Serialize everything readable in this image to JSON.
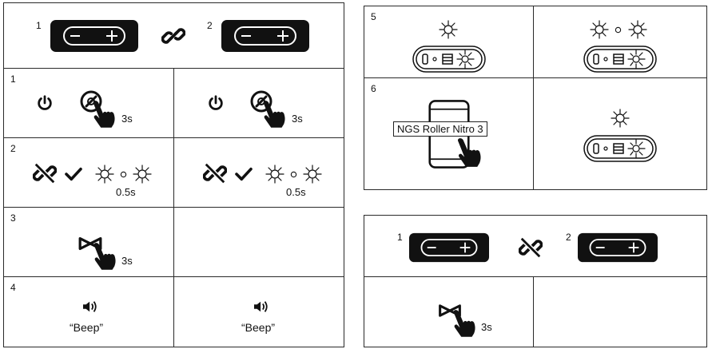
{
  "left_table": {
    "header": {
      "left_number": "1",
      "right_number": "2"
    },
    "rows": [
      {
        "step": "1",
        "left_duration": "3s",
        "right_duration": "3s"
      },
      {
        "step": "2",
        "left_duration": "0.5s",
        "right_duration": "0.5s"
      },
      {
        "step": "3",
        "left_duration": "3s"
      },
      {
        "step": "4",
        "left_sound": "“Beep”",
        "right_sound": "“Beep”"
      }
    ]
  },
  "right_top_table": {
    "rows": [
      {
        "step": "5"
      },
      {
        "step": "6",
        "device_name": "NGS Roller Nitro 3"
      }
    ]
  },
  "right_bottom_table": {
    "header": {
      "left_number": "1",
      "right_number": "2"
    },
    "row": {
      "duration": "3s"
    }
  },
  "colors": {
    "border": "#2a2a2a",
    "speaker_body": "#111111",
    "background": "#ffffff"
  },
  "icons": [
    "speaker-icon",
    "link-icon",
    "unlink-icon",
    "power-icon",
    "hand-press-icon",
    "checkmark-icon",
    "led-flash-icon",
    "volume-icon",
    "tws-bowtie-icon",
    "phone-icon",
    "speaker-rear-panel-icon"
  ]
}
